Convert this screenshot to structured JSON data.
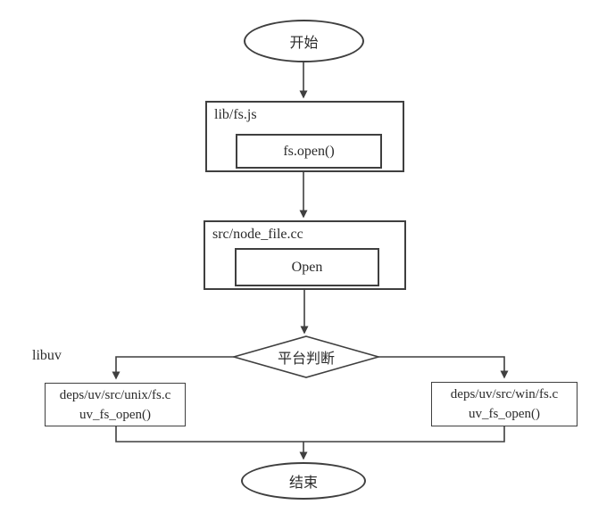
{
  "flowchart": {
    "start": {
      "label": "开始"
    },
    "lib_fs_box": {
      "title": "lib/fs.js",
      "call": "fs.open()"
    },
    "node_file_box": {
      "title": "src/node_file.cc",
      "call": "Open"
    },
    "decision": {
      "label": "平台判断"
    },
    "libuv_label": "libuv",
    "unix_box": {
      "path": "deps/uv/src/unix/fs.c",
      "func": "uv_fs_open()"
    },
    "win_box": {
      "path": "deps/uv/src/win/fs.c",
      "func": "uv_fs_open()"
    },
    "end": {
      "label": "结束"
    },
    "colors": {
      "stroke": "#3f3f3f",
      "text": "#2b2b2b",
      "background": "#ffffff"
    }
  }
}
